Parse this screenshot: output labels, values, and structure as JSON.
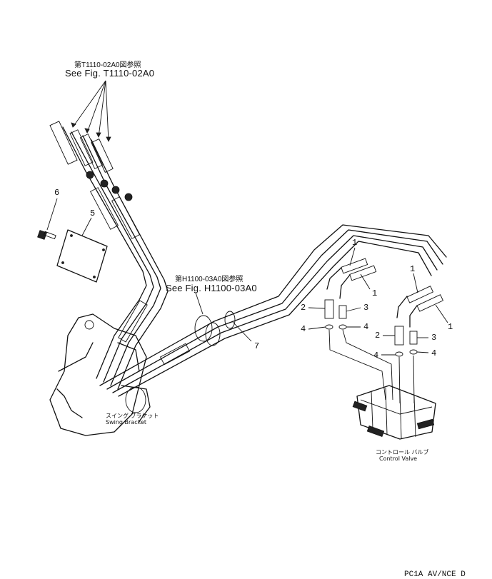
{
  "references": {
    "top_jp": "第T1110-02A0図参照",
    "top_en": "See Fig. T1110-02A0",
    "mid_jp": "第H1100-03A0図参照",
    "mid_en": "See Fig. H1100-03A0"
  },
  "labels": {
    "swing_bracket_jp": "スイング ブラケット",
    "swing_bracket_en": "Swing Bracket",
    "control_valve_jp": "コントロール バルブ",
    "control_valve_en": "Control Valve"
  },
  "callouts": [
    "6",
    "5",
    "7",
    "1",
    "1",
    "1",
    "1",
    "2",
    "3",
    "4",
    "4",
    "2",
    "3",
    "4",
    "4"
  ],
  "footer": "PC1A AV/NCE D"
}
